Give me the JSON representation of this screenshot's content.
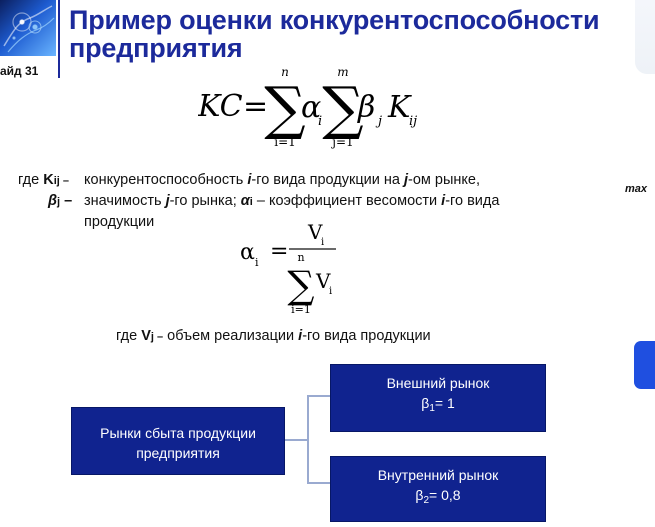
{
  "header": {
    "title_line_1": "Пример оценки конкурентоспособности",
    "title_line_2": "предприятия",
    "slide_label": "айд 31"
  },
  "formula_main": {
    "lhs": "KC",
    "equals": "=",
    "outer_upper": "n",
    "outer_lower": "i=1",
    "alpha": "α",
    "alpha_sub": "i",
    "inner_upper": "m",
    "inner_lower": "j=1",
    "beta": "β",
    "beta_sub": "j",
    "k": "K",
    "k_sub": "ij"
  },
  "definitions": {
    "where_label": "где",
    "k_term": "K",
    "k_sub": "ij –",
    "k_text_1": "конкурентоспособность ",
    "k_text_i": "i",
    "k_text_2": "-го вида продукции на ",
    "k_text_j": "j",
    "k_text_3": "-ом рынке,",
    "beta_term": "β",
    "beta_sub": "j",
    "beta_dash": " –",
    "beta_text_1": "значимость ",
    "beta_text_j": "j",
    "beta_text_2": "-го рынка; ",
    "alpha_term": "α",
    "alpha_sub": "i",
    "beta_text_3": " – коэффициент весомости ",
    "beta_text_i": "i",
    "beta_text_4": "-го вида",
    "continuation": "продукции"
  },
  "formula_alpha": {
    "alpha": "α",
    "alpha_sub": "i",
    "equals": "=",
    "numerator": "V",
    "numerator_sub": "i",
    "sum_upper": "n",
    "sum_lower": "i=1",
    "denominator": "V",
    "denominator_sub": "i"
  },
  "volume_definition": {
    "where_label": "где",
    "v_term": "V",
    "v_sub": "j –",
    "text_1": " объем реализации ",
    "text_i": "i",
    "text_2": "-го вида продукции"
  },
  "diagram": {
    "root": {
      "line_1": "Рынки сбыта продукции",
      "line_2": "предприятия"
    },
    "external": {
      "line_1": "Внешний рынок",
      "value_prefix": "β",
      "value_sub": "1",
      "value_suffix": "= 1"
    },
    "internal": {
      "line_1": "Внутренний рынок",
      "value_prefix": "β",
      "value_sub": "2",
      "value_suffix": "= 0,8"
    }
  },
  "right_decor": {
    "max_label": "max"
  },
  "colors": {
    "title": "#1c2a9b",
    "box_fill": "#10238f",
    "box_text": "#ffffff",
    "connector": "#9aaad0",
    "accent_blue": "#1f4fe0"
  }
}
